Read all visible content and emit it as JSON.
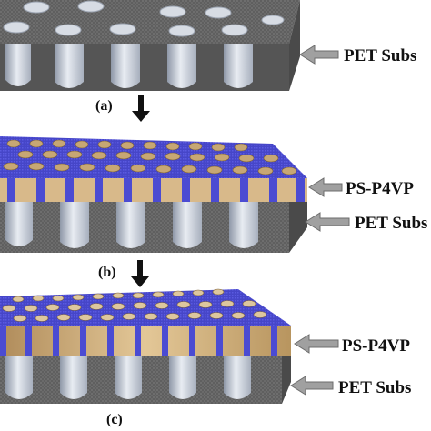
{
  "panels": [
    {
      "step_label": "(a)",
      "layers": [
        {
          "label": "PET Subs"
        }
      ]
    },
    {
      "step_label": "(b)",
      "layers": [
        {
          "label": "PS-P4VP"
        },
        {
          "label": "PET Subs"
        }
      ]
    },
    {
      "step_label": "(c)",
      "layers": [
        {
          "label": "PS-P4VP"
        },
        {
          "label": "PET Subs"
        }
      ]
    }
  ],
  "colors": {
    "pet_gray": "#6d6d6d",
    "pore_light": "#c6ccd6",
    "film_blue": "#4f4fd8",
    "pore_tan": "#c9a97a",
    "arrow_gray": "#9a9a9a"
  }
}
